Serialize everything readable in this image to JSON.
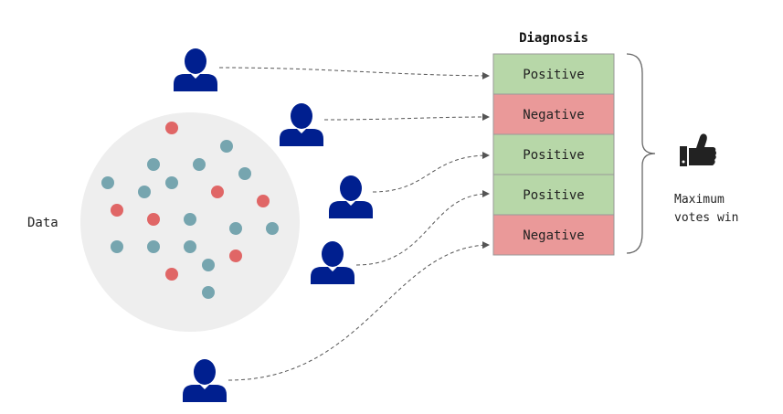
{
  "data_label": "Data",
  "diagnosis_title": "Diagnosis",
  "diagnosis_rows": [
    {
      "label": "Positive",
      "result": "positive"
    },
    {
      "label": "Negative",
      "result": "negative"
    },
    {
      "label": "Positive",
      "result": "positive"
    },
    {
      "label": "Positive",
      "result": "positive"
    },
    {
      "label": "Negative",
      "result": "negative"
    }
  ],
  "conclusion": {
    "line1": "Maximum",
    "line2": "votes win"
  },
  "colors": {
    "person": "#001f8f",
    "positive_fill": "#b7d7a8",
    "negative_fill": "#ea9999",
    "cell_border": "#999999",
    "circle_bg": "#eeeeee",
    "dot_red": "#e06666",
    "dot_teal": "#76a5af",
    "arrow": "#555555",
    "bracket": "#666666"
  },
  "icons": [
    "person-icon",
    "thumbs-up-icon"
  ]
}
